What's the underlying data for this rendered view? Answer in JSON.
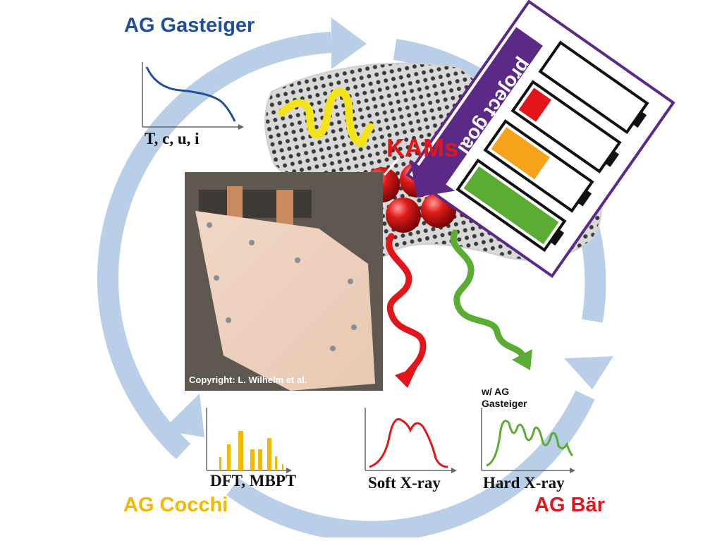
{
  "groups": {
    "gasteiger": {
      "label": "AG Gasteiger",
      "color": "#1f4e9c"
    },
    "cocchi": {
      "label": "AG Cocchi",
      "color": "#f5b800"
    },
    "baer": {
      "label": "AG Bär",
      "color": "#e3151a"
    }
  },
  "panels": {
    "theory_curve": {
      "caption": "T, c, u, i",
      "curve_color": "#1f4e9c"
    },
    "dft": {
      "caption": "DFT, MBPT",
      "bar_color": "#f5b800"
    },
    "soft_xray": {
      "caption": "Soft X-ray",
      "curve_color": "#e3151a"
    },
    "hard_xray": {
      "caption": "Hard X-ray",
      "note": "w/ AG Gasteiger",
      "curve_color": "#5aac32"
    }
  },
  "center": {
    "kams_label": "KAMs",
    "photo_copyright": "Copyright: L. Wilhelm et al."
  },
  "project_goal": {
    "label": "project goal",
    "frame_color": "#5b2a86",
    "battery_levels": [
      "empty",
      "low",
      "medium",
      "full"
    ]
  },
  "colors": {
    "cycle_arrow": "#b9cfe8",
    "wave_yellow": "#f4e21a",
    "wave_red": "#e3151a",
    "wave_green": "#5aac32",
    "battery_low": "#e3151a",
    "battery_medium": "#f7a21b",
    "battery_full": "#5aac32"
  }
}
